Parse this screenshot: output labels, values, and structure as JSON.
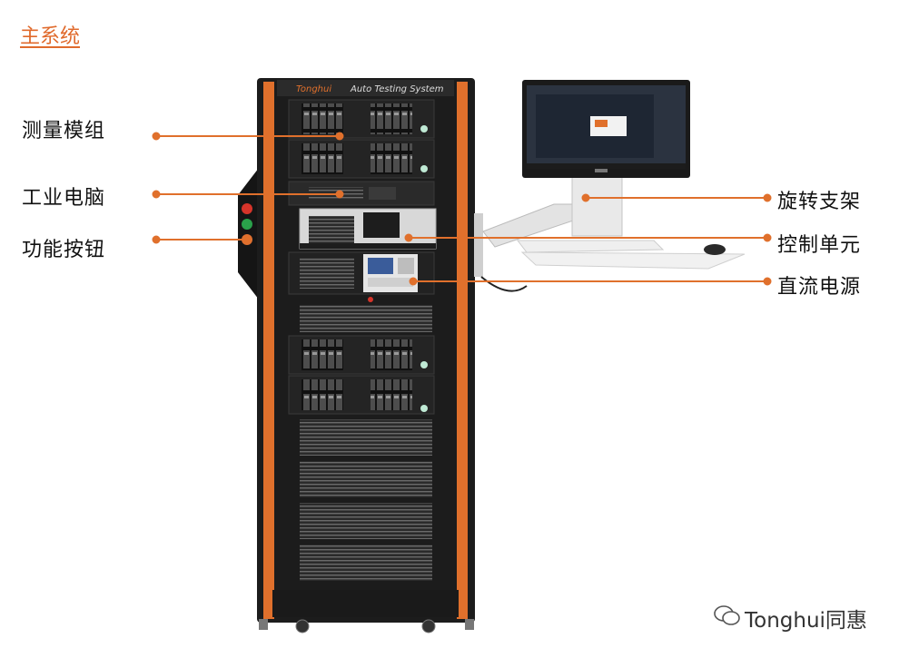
{
  "title": "主系统",
  "cabinet_header": "Auto Testing System",
  "cabinet_logo": "Tonghui",
  "left_labels": [
    "测量模组",
    "工业电脑",
    "功能按钮"
  ],
  "right_labels": [
    "旋转支架",
    "控制单元",
    "直流电源"
  ],
  "watermark": "Tonghui同惠",
  "colors": {
    "accent": "#e0702c",
    "cabinet": "#1b1b1b",
    "line": "#e0702c"
  }
}
